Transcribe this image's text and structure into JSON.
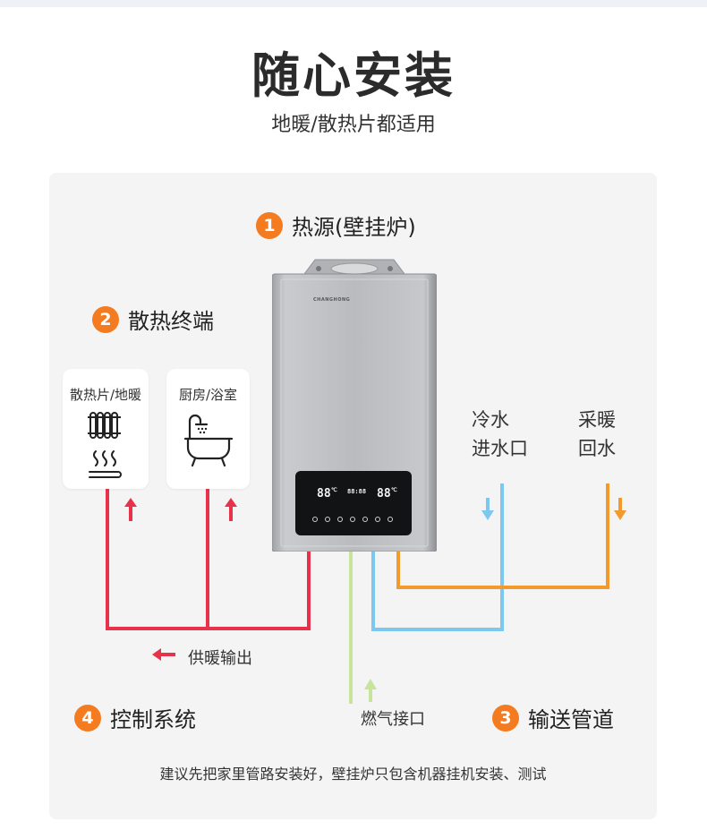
{
  "title": "随心安装",
  "subtitle": "地暖/散热片都适用",
  "steps": {
    "heat_source": {
      "number": "1",
      "label": "热源(壁挂炉)"
    },
    "terminal": {
      "number": "2",
      "label": "散热终端"
    },
    "delivery": {
      "number": "3",
      "label": "输送管道"
    },
    "control": {
      "number": "4",
      "label": "控制系统"
    }
  },
  "cards": {
    "radiator": {
      "label": "散热片/地暖",
      "icons": [
        "radiator-icon",
        "floor-heating-icon"
      ]
    },
    "bath": {
      "label": "厨房/浴室",
      "icons": [
        "bathtub-icon"
      ]
    }
  },
  "pipes": {
    "cold_inlet": {
      "line1": "冷水",
      "line2": "进水口",
      "color": "#7cc8ee"
    },
    "heating_return": {
      "line1": "采暖",
      "line2": "回水",
      "color": "#f39a2c"
    },
    "supply_output": {
      "label": "供暖输出",
      "color": "#e8314a"
    },
    "gas_inlet": {
      "label": "燃气接口",
      "color": "#c8e39a"
    }
  },
  "heater": {
    "brand": "CHANGHONG",
    "display": {
      "left_temp": "88",
      "right_temp": "88",
      "unit": "℃",
      "clock": "88:88"
    }
  },
  "footnote": "建议先把家里管路安装好，壁挂炉只包含机器挂机安装、测试",
  "colors": {
    "accent": "#f47b20",
    "hot": "#e8314a",
    "cold": "#7cc8ee",
    "return": "#f39a2c",
    "gas": "#c8e39a",
    "panel": "#f4f4f4"
  }
}
